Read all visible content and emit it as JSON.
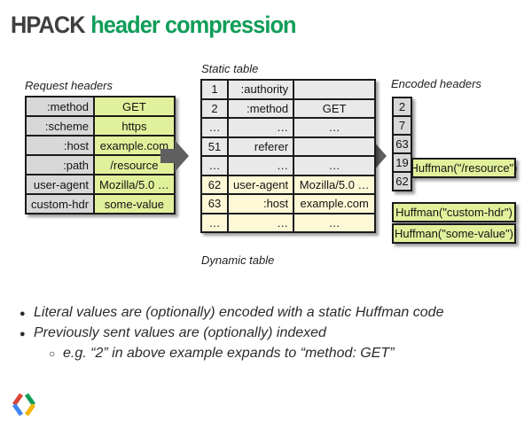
{
  "title": {
    "prefix": "HPACK",
    "suffix": "header compression"
  },
  "colors": {
    "title_dark": "#3f3f3f",
    "title_green": "#0f9d58",
    "cell_gray": "#d8d8d8",
    "cell_light_gray": "#e9e9e9",
    "cell_chartreuse": "#e1f19b",
    "cell_cream": "#fdf8d6",
    "arrow_gray": "#5f5f5f",
    "border_black": "#1b1b1b",
    "logo_red": "#db4437",
    "logo_blue": "#4285f4",
    "logo_green": "#0f9d58",
    "logo_yellow": "#f4b400"
  },
  "request_headers": {
    "label": "Request headers",
    "rows": [
      {
        "name": ":method",
        "value": "GET"
      },
      {
        "name": ":scheme",
        "value": "https"
      },
      {
        "name": ":host",
        "value": "example.com"
      },
      {
        "name": ":path",
        "value": "/resource"
      },
      {
        "name": "user-agent",
        "value": "Mozilla/5.0 …"
      },
      {
        "name": "custom-hdr",
        "value": "some-value"
      }
    ]
  },
  "static_table": {
    "label_top": "Static table",
    "label_bottom": "Dynamic table",
    "rows": [
      {
        "index": "1",
        "name": ":authority",
        "value": ""
      },
      {
        "index": "2",
        "name": ":method",
        "value": "GET"
      },
      {
        "index": "…",
        "name": "…",
        "value": "…"
      },
      {
        "index": "51",
        "name": "referer",
        "value": ""
      },
      {
        "index": "…",
        "name": "…",
        "value": "…"
      },
      {
        "index": "62",
        "name": "user-agent",
        "value": "Mozilla/5.0 …"
      },
      {
        "index": "63",
        "name": ":host",
        "value": "example.com"
      },
      {
        "index": "…",
        "name": "…",
        "value": "…"
      }
    ]
  },
  "encoded_headers": {
    "label": "Encoded headers",
    "indices": [
      "2",
      "7",
      "63",
      "19",
      "62"
    ],
    "huffman_resource": "Huffman(\"/resource\")",
    "huffman_custom": "Huffman(\"custom-hdr\")",
    "huffman_value": "Huffman(\"some-value\")"
  },
  "bullets": {
    "item1": "Literal values are (optionally) encoded with a static Huffman code",
    "item2": "Previously sent values are (optionally) indexed",
    "item2_sub": "e.g. “2” in above example expands to “method: GET”",
    "marker_l1": "●",
    "marker_l2": "○"
  }
}
